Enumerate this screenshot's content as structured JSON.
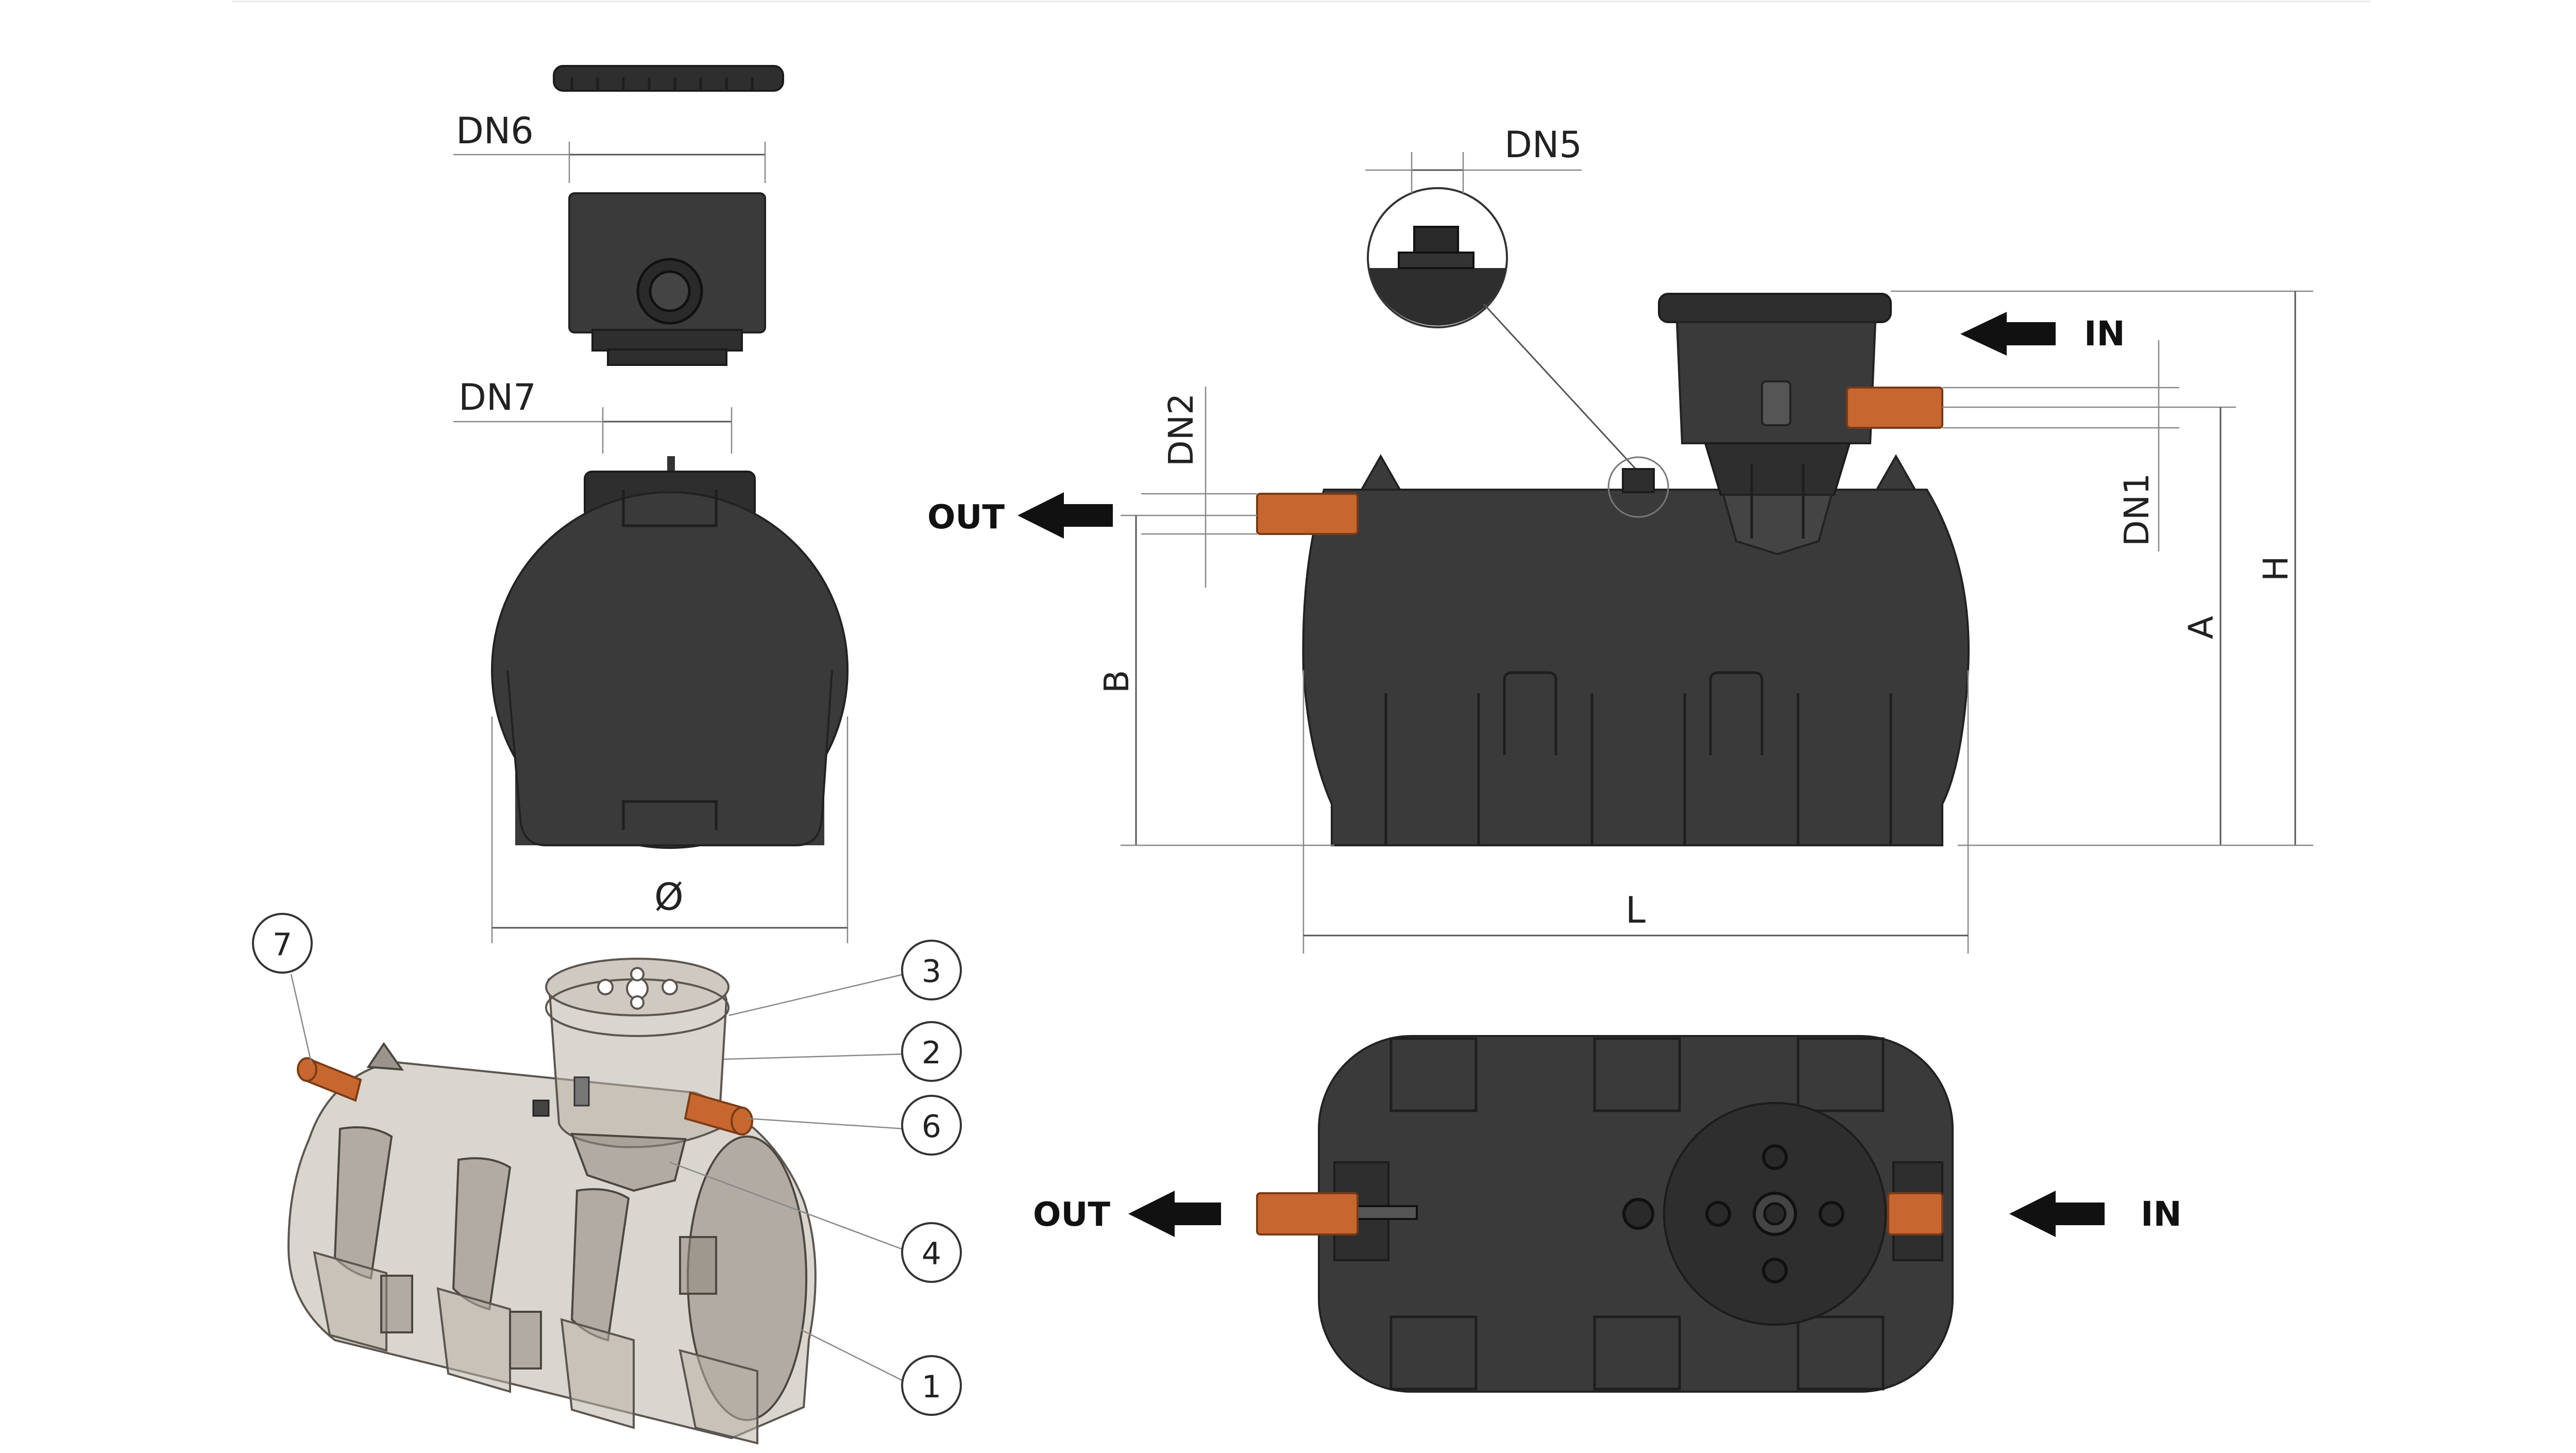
{
  "colors": {
    "tank": "#3a3a3a",
    "pipe": "#c7672f",
    "dimension_line": "#555555",
    "translucent_tank": "#b9b2a8"
  },
  "dimensions": {
    "dn6": "DN6",
    "dn7": "DN7",
    "diameter": "Ø",
    "dn5": "DN5",
    "dn2": "DN2",
    "dn1": "DN1",
    "b": "B",
    "a": "A",
    "h": "H",
    "l": "L"
  },
  "flow": {
    "in_side": "IN",
    "out_side": "OUT",
    "in_top": "IN",
    "out_top": "OUT"
  },
  "callouts": [
    "7",
    "3",
    "2",
    "6",
    "4",
    "1"
  ]
}
